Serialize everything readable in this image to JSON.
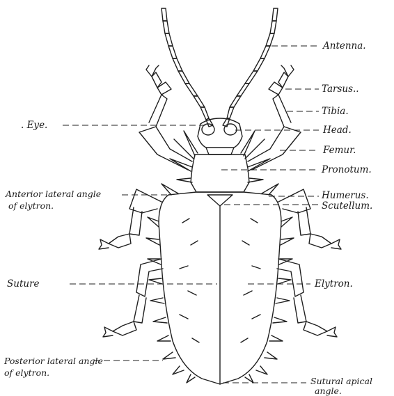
{
  "figure": {
    "labels_left": {
      "eye": ". Eye.",
      "anterior_angle_1": "Anterior lateral angle",
      "anterior_angle_2": "of elytron.",
      "suture": "Suture",
      "posterior_angle_1": "Posterior lateral angle",
      "posterior_angle_2": "of elytron."
    },
    "labels_right": {
      "antenna": "Antenna.",
      "tarsus": "Tarsus..",
      "tibia": "Tibia.",
      "head": "Head.",
      "femur": "Femur.",
      "pronotum": "Pronotum.",
      "humerus": "Humerus.",
      "scutellum": "Scutellum.",
      "elytron": "Elytron.",
      "sutural_apical_1": "Sutural apical",
      "sutural_apical_2": "angle."
    },
    "colors": {
      "ink": "#1f1f1f",
      "paper": "#ffffff"
    }
  }
}
